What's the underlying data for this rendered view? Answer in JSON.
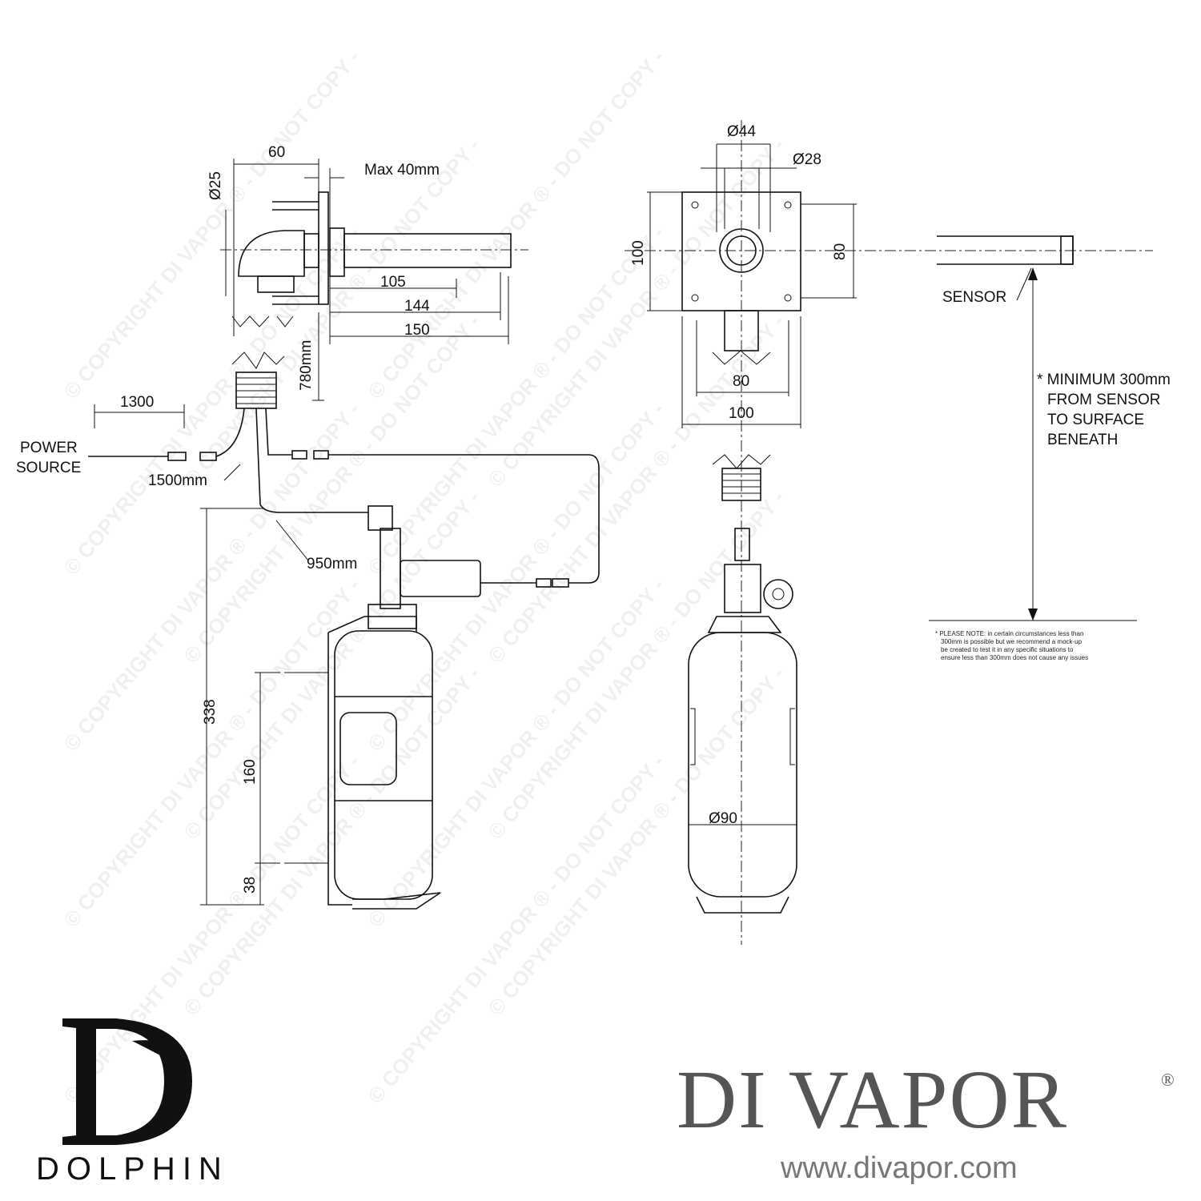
{
  "watermark": "© COPYRIGHT DI VAPOR ® - DO NOT COPY -",
  "side_view": {
    "dim_60": "60",
    "dim_max": "Max 40mm",
    "dim_d25": "Ø25",
    "dim_105": "105",
    "dim_144": "144",
    "dim_150": "150",
    "dim_780": "780mm",
    "dim_1300": "1300",
    "power_source": [
      "POWER",
      "SOURCE"
    ],
    "dim_1500": "1500mm",
    "dim_950": "950mm",
    "dim_338": "338",
    "dim_160": "160",
    "dim_38": "38"
  },
  "front_view": {
    "dim_d44": "Ø44",
    "dim_d28": "Ø28",
    "dim_100_v": "100",
    "dim_80_v": "80",
    "dim_80_h": "80",
    "dim_100_h": "100",
    "dim_d90": "Ø90"
  },
  "sensor_view": {
    "sensor": "SENSOR",
    "minimum": [
      "* MINIMUM 300mm",
      "FROM SENSOR",
      "TO SURFACE",
      "BENEATH"
    ],
    "note": [
      "* PLEASE NOTE: in certain circumstances less than",
      "300mm is possible but we recommend a mock-up",
      "be created to test it in any specific situations to",
      "ensure less than 300mm does not cause any issues"
    ]
  },
  "brand": {
    "dolphin_logo": "D",
    "dolphin": "DOLPHIN",
    "divapor": "DI VAPOR",
    "registered": "®",
    "url": "www.divapor.com"
  }
}
